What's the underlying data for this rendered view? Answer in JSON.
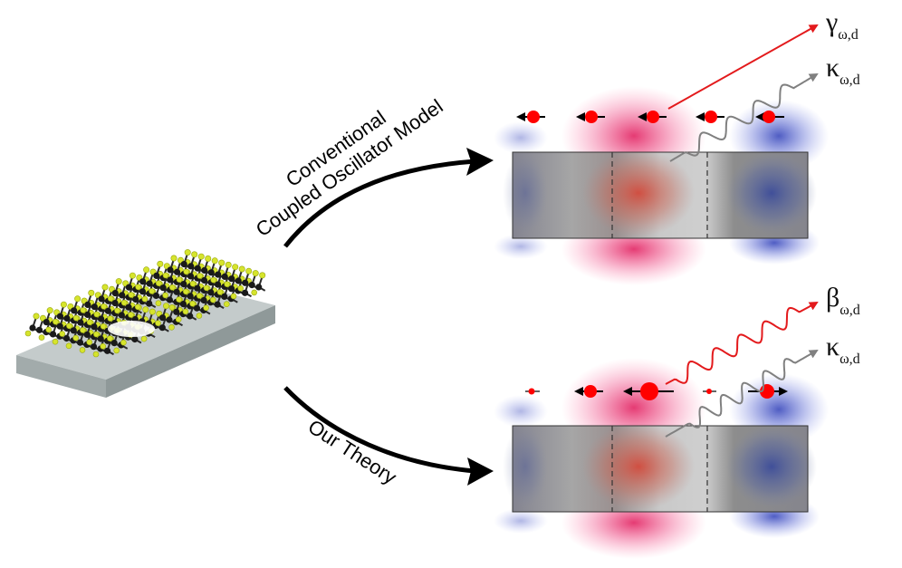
{
  "labels": {
    "upper_arrow_line1": "Conventional",
    "upper_arrow_line2": "Coupled Oscillator Model",
    "lower_arrow": "Our Theory"
  },
  "top_panel": {
    "emission_symbol": "γ",
    "emission_subscript": "ω,d",
    "coupling_symbol": "κ",
    "coupling_subscript": "ω,d"
  },
  "bottom_panel": {
    "emission_symbol": "β",
    "emission_subscript": "ω,d",
    "coupling_symbol": "κ",
    "coupling_subscript": "ω,d"
  },
  "colors": {
    "emission": "#e31a1c",
    "coupling": "#808080",
    "dipole": "#ff0000",
    "slab": "#8c8c8c",
    "substrate": "#a9b4b4",
    "atom_dark": "#1a1a1a",
    "atom_yellow": "#d8e62a"
  }
}
